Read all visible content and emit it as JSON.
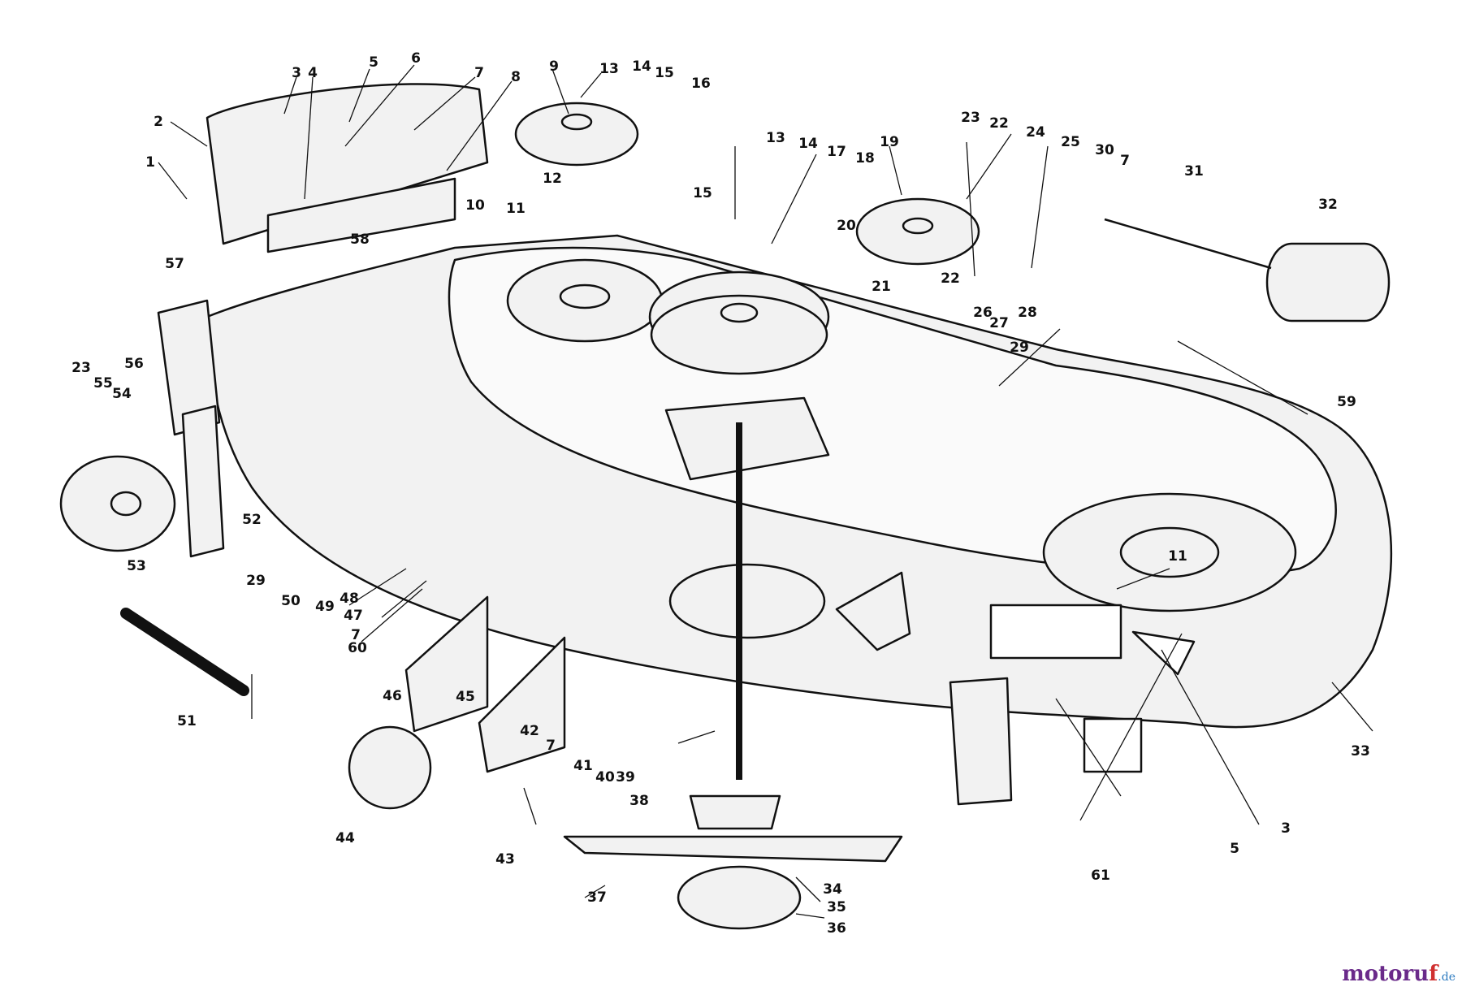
{
  "diagram": {
    "type": "exploded-parts-diagram",
    "subject": "mower deck assembly",
    "colors": {
      "ink": "#111111",
      "paper": "#ffffff",
      "fill": "#f2f2f2"
    },
    "parts": [
      {
        "id": "p1",
        "label": "1"
      },
      {
        "id": "p2",
        "label": "2"
      },
      {
        "id": "p3a",
        "label": "3"
      },
      {
        "id": "p4",
        "label": "4"
      },
      {
        "id": "p5a",
        "label": "5"
      },
      {
        "id": "p6",
        "label": "6"
      },
      {
        "id": "p7a",
        "label": "7"
      },
      {
        "id": "p8",
        "label": "8"
      },
      {
        "id": "p9",
        "label": "9"
      },
      {
        "id": "p10",
        "label": "10"
      },
      {
        "id": "p11a",
        "label": "11"
      },
      {
        "id": "p12",
        "label": "12"
      },
      {
        "id": "p13a",
        "label": "13"
      },
      {
        "id": "p14a",
        "label": "14"
      },
      {
        "id": "p15a",
        "label": "15"
      },
      {
        "id": "p16",
        "label": "16"
      },
      {
        "id": "p13b",
        "label": "13"
      },
      {
        "id": "p14b",
        "label": "14"
      },
      {
        "id": "p17",
        "label": "17"
      },
      {
        "id": "p18",
        "label": "18"
      },
      {
        "id": "p19",
        "label": "19"
      },
      {
        "id": "p15b",
        "label": "15"
      },
      {
        "id": "p20",
        "label": "20"
      },
      {
        "id": "p23a",
        "label": "23"
      },
      {
        "id": "p22a",
        "label": "22"
      },
      {
        "id": "p24",
        "label": "24"
      },
      {
        "id": "p25",
        "label": "25"
      },
      {
        "id": "p30",
        "label": "30"
      },
      {
        "id": "p7b",
        "label": "7"
      },
      {
        "id": "p31",
        "label": "31"
      },
      {
        "id": "p32",
        "label": "32"
      },
      {
        "id": "p22b",
        "label": "22"
      },
      {
        "id": "p21",
        "label": "21"
      },
      {
        "id": "p26",
        "label": "26"
      },
      {
        "id": "p27",
        "label": "27"
      },
      {
        "id": "p28",
        "label": "28"
      },
      {
        "id": "p29a",
        "label": "29"
      },
      {
        "id": "p58",
        "label": "58"
      },
      {
        "id": "p57",
        "label": "57"
      },
      {
        "id": "p56",
        "label": "56"
      },
      {
        "id": "p23b",
        "label": "23"
      },
      {
        "id": "p55",
        "label": "55"
      },
      {
        "id": "p54",
        "label": "54"
      },
      {
        "id": "p53",
        "label": "53"
      },
      {
        "id": "p52",
        "label": "52"
      },
      {
        "id": "p29b",
        "label": "29"
      },
      {
        "id": "p50",
        "label": "50"
      },
      {
        "id": "p49",
        "label": "49"
      },
      {
        "id": "p48",
        "label": "48"
      },
      {
        "id": "p47",
        "label": "47"
      },
      {
        "id": "p7c",
        "label": "7"
      },
      {
        "id": "p60",
        "label": "60"
      },
      {
        "id": "p59",
        "label": "59"
      },
      {
        "id": "p11b",
        "label": "11"
      },
      {
        "id": "p51",
        "label": "51"
      },
      {
        "id": "p46",
        "label": "46"
      },
      {
        "id": "p45",
        "label": "45"
      },
      {
        "id": "p42",
        "label": "42"
      },
      {
        "id": "p7d",
        "label": "7"
      },
      {
        "id": "p41",
        "label": "41"
      },
      {
        "id": "p40",
        "label": "40"
      },
      {
        "id": "p39",
        "label": "39"
      },
      {
        "id": "p44",
        "label": "44"
      },
      {
        "id": "p43",
        "label": "43"
      },
      {
        "id": "p38",
        "label": "38"
      },
      {
        "id": "p37",
        "label": "37"
      },
      {
        "id": "p34",
        "label": "34"
      },
      {
        "id": "p35",
        "label": "35"
      },
      {
        "id": "p36",
        "label": "36"
      },
      {
        "id": "p61",
        "label": "61"
      },
      {
        "id": "p5b",
        "label": "5"
      },
      {
        "id": "p3b",
        "label": "3"
      },
      {
        "id": "p33",
        "label": "33"
      }
    ]
  },
  "watermark": {
    "main": "motoru",
    "accent": "f",
    "tld": ".de"
  }
}
